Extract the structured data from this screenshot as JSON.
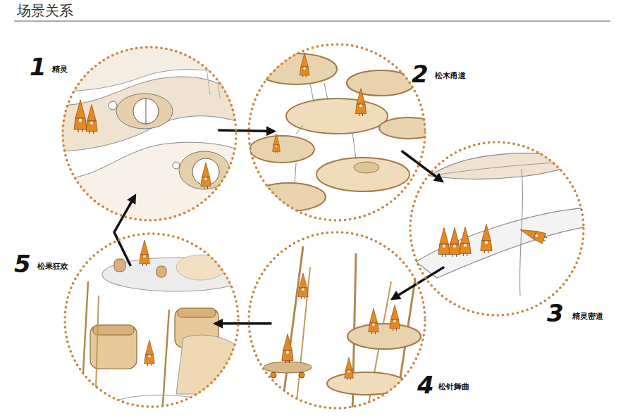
{
  "diagram": {
    "title": "场景关系",
    "nodes": [
      {
        "text": [
          "1",
          "精灵"
        ]
      },
      {
        "text": [
          "2",
          "松木甬道"
        ]
      },
      {
        "text": [
          "3",
          "精灵密道"
        ]
      },
      {
        "text": [
          "4",
          "松针舞曲"
        ]
      },
      {
        "text": [
          "5",
          "松果狂欢"
        ]
      }
    ],
    "edges": [
      {
        "from": 0,
        "to": 1,
        "arrow": "to"
      },
      {
        "from": 1,
        "to": 2,
        "arrow": "to"
      },
      {
        "from": 2,
        "to": 3,
        "arrow": "to"
      },
      {
        "from": 3,
        "to": 4,
        "arrow": "to"
      },
      {
        "from": 4,
        "to": 0,
        "arrow": "to"
      }
    ]
  }
}
